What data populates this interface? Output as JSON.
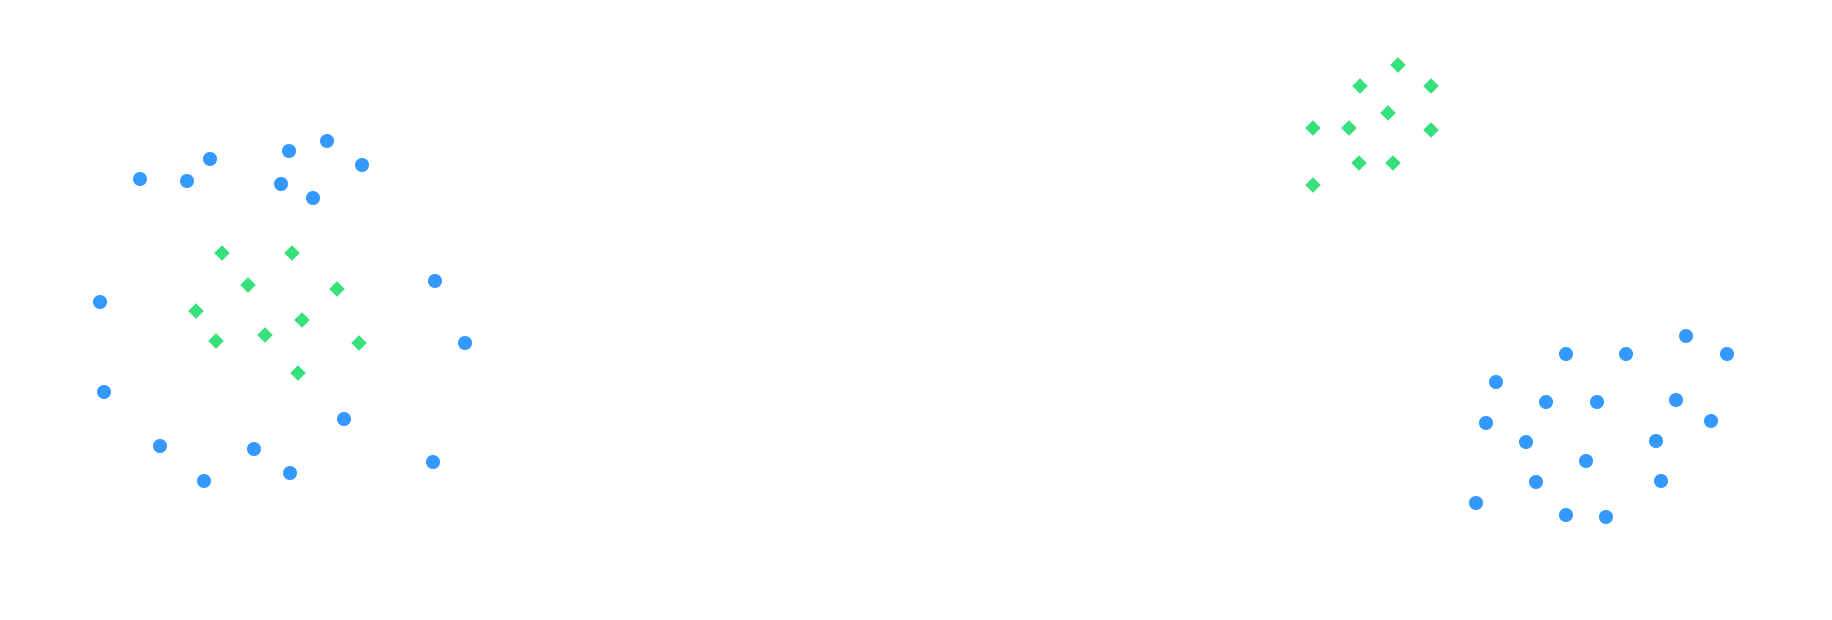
{
  "colors": {
    "circle": "#3399ff",
    "diamond": "#36e07a",
    "background": "#ffffff"
  },
  "groups": [
    {
      "name": "left-circles",
      "shape": "circle",
      "count": 18
    },
    {
      "name": "left-diamonds",
      "shape": "diamond",
      "count": 10
    },
    {
      "name": "right-diamonds",
      "shape": "diamond",
      "count": 10
    },
    {
      "name": "right-circles",
      "shape": "circle",
      "count": 18
    }
  ]
}
